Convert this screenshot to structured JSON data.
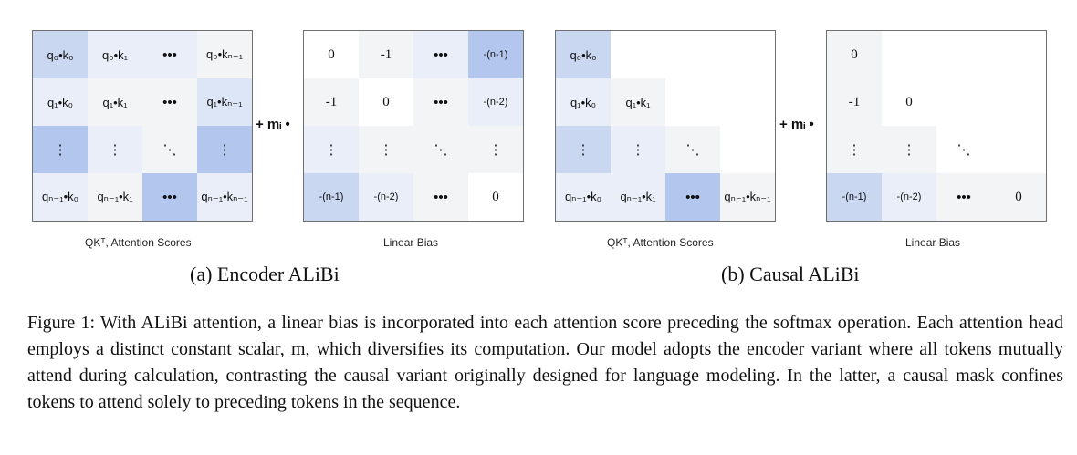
{
  "panels": [
    {
      "label": "(a) Encoder ALiBi",
      "scores": {
        "caption": "QKᵀ, Attention Scores",
        "cells": [
          [
            "q₀•k₀",
            "q₀•k₁",
            "•••",
            "q₀•kₙ₋₁"
          ],
          [
            "q₁•k₀",
            "q₁•k₁",
            "•••",
            "q₁•kₙ₋₁"
          ],
          [
            "⋮",
            "⋮",
            "⋱",
            "⋮"
          ],
          [
            "qₙ₋₁•k₀",
            "qₙ₋₁•k₁",
            "•••",
            "qₙ₋₁•kₙ₋₁"
          ]
        ]
      },
      "operator": "+ mᵢ •",
      "bias": {
        "caption": "Linear Bias",
        "cells": [
          [
            "0",
            "-1",
            "•••",
            "-(n-1)"
          ],
          [
            "-1",
            "0",
            "•••",
            "-(n-2)"
          ],
          [
            "⋮",
            "⋮",
            "⋱",
            "⋮"
          ],
          [
            "-(n-1)",
            "-(n-2)",
            "•••",
            "0"
          ]
        ]
      }
    },
    {
      "label": "(b) Causal ALiBi",
      "scores": {
        "caption": "QKᵀ, Attention Scores",
        "cells": [
          [
            "q₀•k₀",
            "",
            "",
            ""
          ],
          [
            "q₁•k₀",
            "q₁•k₁",
            "",
            ""
          ],
          [
            "⋮",
            "⋮",
            "⋱",
            ""
          ],
          [
            "qₙ₋₁•k₀",
            "qₙ₋₁•k₁",
            "•••",
            "qₙ₋₁•kₙ₋₁"
          ]
        ]
      },
      "operator": "+ mᵢ •",
      "bias": {
        "caption": "Linear Bias",
        "cells": [
          [
            "0",
            "",
            "",
            ""
          ],
          [
            "-1",
            "0",
            "",
            ""
          ],
          [
            "⋮",
            "⋮",
            "⋱",
            ""
          ],
          [
            "-(n-1)",
            "-(n-2)",
            "•••",
            "0"
          ]
        ]
      }
    }
  ],
  "figure_caption": "Figure 1: With ALiBi attention, a linear bias is incorporated into each attention score preceding the softmax operation. Each attention head employs a distinct constant scalar, m, which diversifies its computation. Our model adopts the encoder variant where all tokens mutually attend during calculation, contrasting the causal variant originally designed for language modeling. In the latter, a causal mask confines tokens to attend solely to preceding tokens in the sequence."
}
